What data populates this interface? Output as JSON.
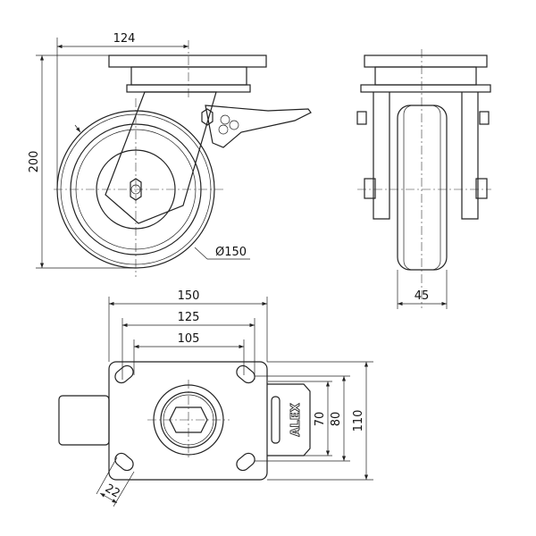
{
  "title": "Swivel castor with brake – dimensional drawing",
  "dimensions": {
    "bolt_offset": "124",
    "overall_height": "200",
    "wheel_diameter": "Ø150",
    "wheel_width": "45",
    "plate_length": "150",
    "hole_spacing_outer": "125",
    "hole_spacing_inner": "105",
    "hole_spacing_short_inner": "70",
    "hole_spacing_short_outer": "80",
    "plate_width": "110",
    "slot_length": "22"
  },
  "brake_label": "ALEX",
  "colors": {
    "line": "#222222",
    "background": "#ffffff"
  }
}
